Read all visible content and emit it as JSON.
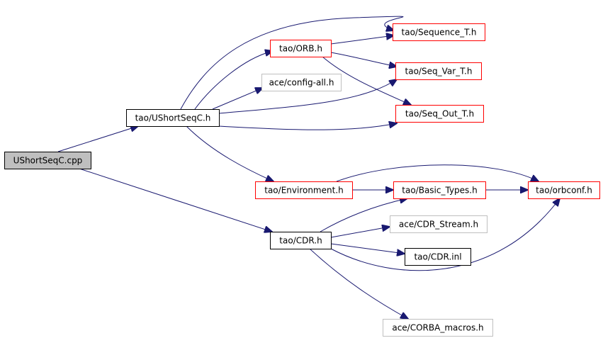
{
  "colors": {
    "edge": "#191970",
    "root_fill": "#bfbfbf",
    "default_border": "#000000",
    "documented_border": "#ff0000",
    "external_border": "#bfbfbf",
    "background": "#ffffff"
  },
  "nodes": [
    {
      "id": "ushortseqc_cpp",
      "label": "UShortSeqC.cpp",
      "kind": "root"
    },
    {
      "id": "tao_ushortseqc_h",
      "label": "tao/UShortSeqC.h",
      "kind": "default"
    },
    {
      "id": "tao_orb_h",
      "label": "tao/ORB.h",
      "kind": "documented"
    },
    {
      "id": "ace_config_all_h",
      "label": "ace/config-all.h",
      "kind": "external"
    },
    {
      "id": "tao_sequence_t_h",
      "label": "tao/Sequence_T.h",
      "kind": "documented"
    },
    {
      "id": "tao_seq_var_t_h",
      "label": "tao/Seq_Var_T.h",
      "kind": "documented"
    },
    {
      "id": "tao_seq_out_t_h",
      "label": "tao/Seq_Out_T.h",
      "kind": "documented"
    },
    {
      "id": "tao_environment_h",
      "label": "tao/Environment.h",
      "kind": "documented"
    },
    {
      "id": "tao_basic_types_h",
      "label": "tao/Basic_Types.h",
      "kind": "documented"
    },
    {
      "id": "tao_orbconf_h",
      "label": "tao/orbconf.h",
      "kind": "documented"
    },
    {
      "id": "tao_cdr_h",
      "label": "tao/CDR.h",
      "kind": "default"
    },
    {
      "id": "ace_cdr_stream_h",
      "label": "ace/CDR_Stream.h",
      "kind": "external"
    },
    {
      "id": "tao_cdr_inl",
      "label": "tao/CDR.inl",
      "kind": "default"
    },
    {
      "id": "ace_corba_macros_h",
      "label": "ace/CORBA_macros.h",
      "kind": "external"
    }
  ],
  "edges": [
    {
      "from": "ushortseqc_cpp",
      "to": "tao_ushortseqc_h"
    },
    {
      "from": "ushortseqc_cpp",
      "to": "tao_cdr_h"
    },
    {
      "from": "tao_ushortseqc_h",
      "to": "tao_orb_h"
    },
    {
      "from": "tao_ushortseqc_h",
      "to": "ace_config_all_h"
    },
    {
      "from": "tao_ushortseqc_h",
      "to": "tao_sequence_t_h"
    },
    {
      "from": "tao_ushortseqc_h",
      "to": "tao_seq_var_t_h"
    },
    {
      "from": "tao_ushortseqc_h",
      "to": "tao_seq_out_t_h"
    },
    {
      "from": "tao_ushortseqc_h",
      "to": "tao_environment_h"
    },
    {
      "from": "tao_orb_h",
      "to": "tao_sequence_t_h"
    },
    {
      "from": "tao_orb_h",
      "to": "tao_seq_var_t_h"
    },
    {
      "from": "tao_orb_h",
      "to": "tao_seq_out_t_h"
    },
    {
      "from": "tao_environment_h",
      "to": "tao_basic_types_h"
    },
    {
      "from": "tao_environment_h",
      "to": "tao_orbconf_h"
    },
    {
      "from": "tao_basic_types_h",
      "to": "tao_orbconf_h"
    },
    {
      "from": "tao_cdr_h",
      "to": "tao_basic_types_h"
    },
    {
      "from": "tao_cdr_h",
      "to": "ace_cdr_stream_h"
    },
    {
      "from": "tao_cdr_h",
      "to": "tao_cdr_inl"
    },
    {
      "from": "tao_cdr_h",
      "to": "tao_orbconf_h"
    },
    {
      "from": "tao_cdr_h",
      "to": "ace_corba_macros_h"
    }
  ]
}
